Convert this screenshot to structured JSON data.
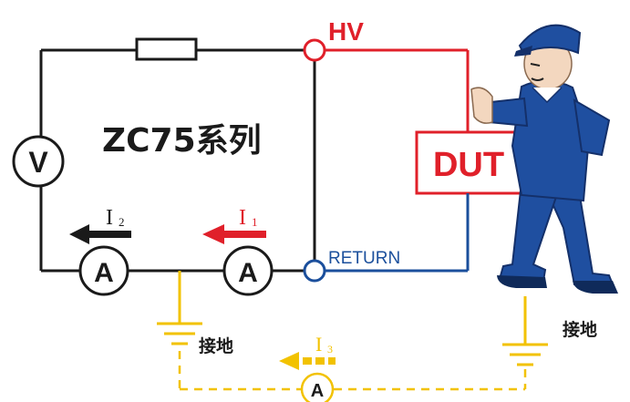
{
  "diagram": {
    "title": "ZC75系列",
    "hv_label": "HV",
    "return_label": "RETURN",
    "dut_label": "DUT",
    "voltmeter_symbol": "V",
    "ammeter_symbol": "A",
    "currents": {
      "i1": {
        "letter": "I",
        "sub": "1"
      },
      "i2": {
        "letter": "I",
        "sub": "2"
      },
      "i3": {
        "letter": "I",
        "sub": "3"
      }
    },
    "ground_label_left": "接地",
    "ground_label_right": "接地"
  },
  "colors": {
    "wire": "#1a1a1a",
    "hv_red": "#e0202a",
    "return_blue": "#1b4f9c",
    "ground_yellow": "#f2c200",
    "arrow_red": "#e0202a",
    "arrow_dashed": "#f2c200",
    "worker_uniform": "#1f4fa0",
    "skin": "#f3d7bf"
  },
  "icons": {
    "resistor": "resistor-icon",
    "voltmeter": "voltmeter-icon",
    "ammeter": "ammeter-icon",
    "ground": "ground-icon",
    "worker": "worker-illustration"
  }
}
